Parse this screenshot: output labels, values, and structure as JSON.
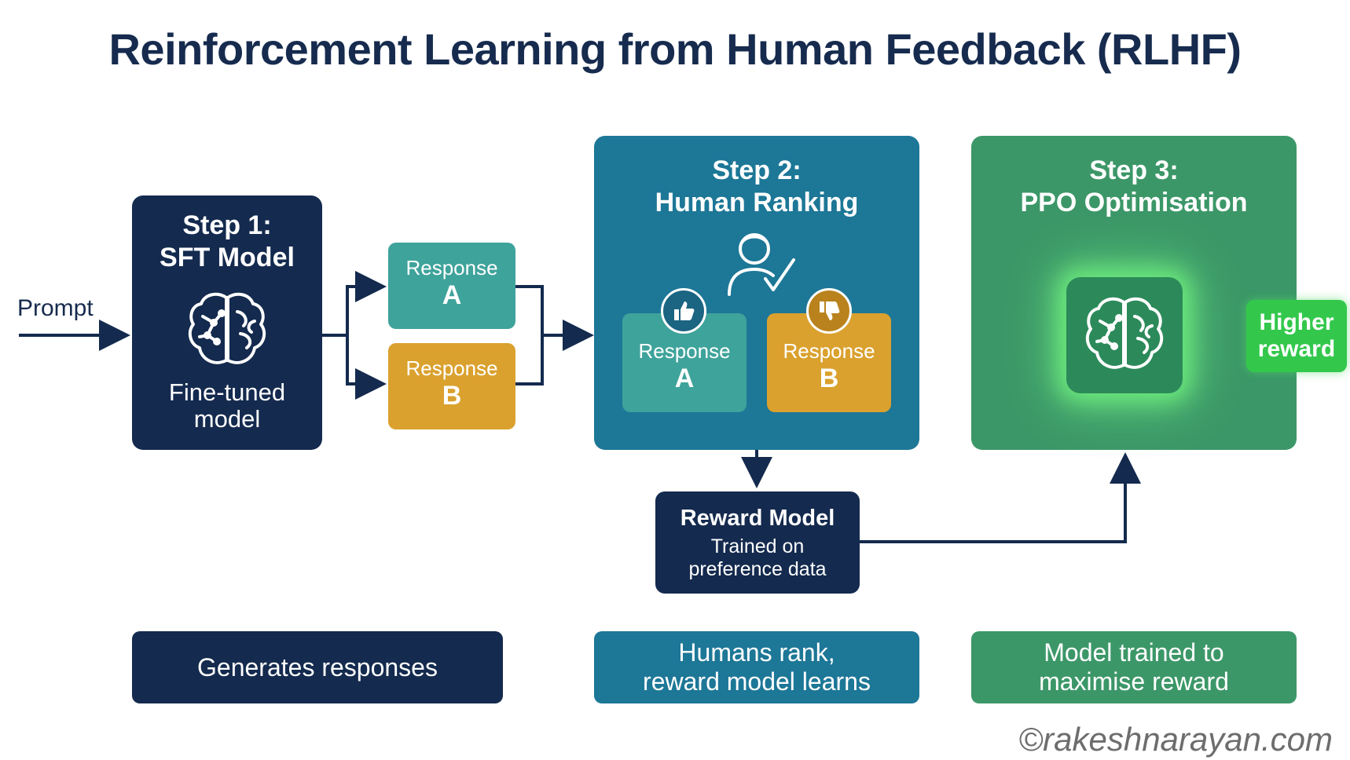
{
  "title": "Reinforcement Learning from Human Feedback (RLHF)",
  "prompt_label": "Prompt",
  "step1": {
    "line1": "Step 1:",
    "line2": "SFT Model",
    "caption_line1": "Fine-tuned",
    "caption_line2": "model"
  },
  "responses_left": {
    "a": {
      "word": "Response",
      "letter": "A"
    },
    "b": {
      "word": "Response",
      "letter": "B"
    }
  },
  "step2": {
    "line1": "Step 2:",
    "line2": "Human Ranking",
    "a": {
      "word": "Response",
      "letter": "A"
    },
    "b": {
      "word": "Response",
      "letter": "B"
    }
  },
  "step3": {
    "line1": "Step 3:",
    "line2": "PPO Optimisation"
  },
  "higher_reward": {
    "line1": "Higher",
    "line2": "reward"
  },
  "reward_model": {
    "title": "Reward Model",
    "line1": "Trained on",
    "line2": "preference data"
  },
  "bottom": {
    "step1": "Generates responses",
    "step2_line1": "Humans rank,",
    "step2_line2": "reward model learns",
    "step3_line1": "Model trained to",
    "step3_line2": "maximise reward"
  },
  "watermark": "©rakeshnarayan.com",
  "colors": {
    "navy": "#142a4e",
    "teal": "#1d7797",
    "green": "#3c9768",
    "response_teal": "#3ea39b",
    "response_gold": "#daa12e",
    "highlight_green": "#33c84c"
  },
  "icons": [
    "brain-icon",
    "person-check-icon",
    "thumbs-up-icon",
    "thumbs-down-icon",
    "arrow-icon"
  ]
}
